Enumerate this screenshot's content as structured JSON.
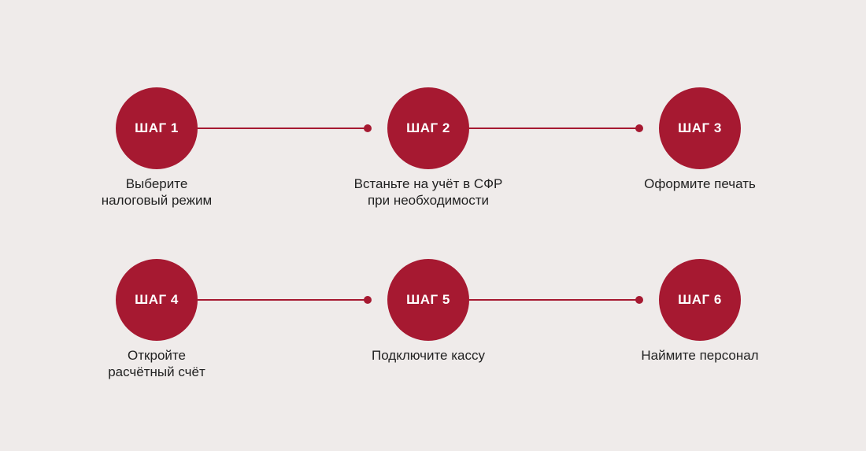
{
  "accent_color": "#a61931",
  "steps": [
    {
      "badge": "ШАГ 1",
      "lines": [
        "Выберите",
        "налоговый режим"
      ]
    },
    {
      "badge": "ШАГ 2",
      "lines": [
        "Встаньте на учёт в СФР",
        "при необходимости"
      ]
    },
    {
      "badge": "ШАГ 3",
      "lines": [
        "Оформите печать"
      ]
    },
    {
      "badge": "ШАГ 4",
      "lines": [
        "Откройте",
        "расчётный счёт"
      ]
    },
    {
      "badge": "ШАГ 5",
      "lines": [
        "Подключите кассу"
      ]
    },
    {
      "badge": "ШАГ 6",
      "lines": [
        "Наймите персонал"
      ]
    }
  ]
}
